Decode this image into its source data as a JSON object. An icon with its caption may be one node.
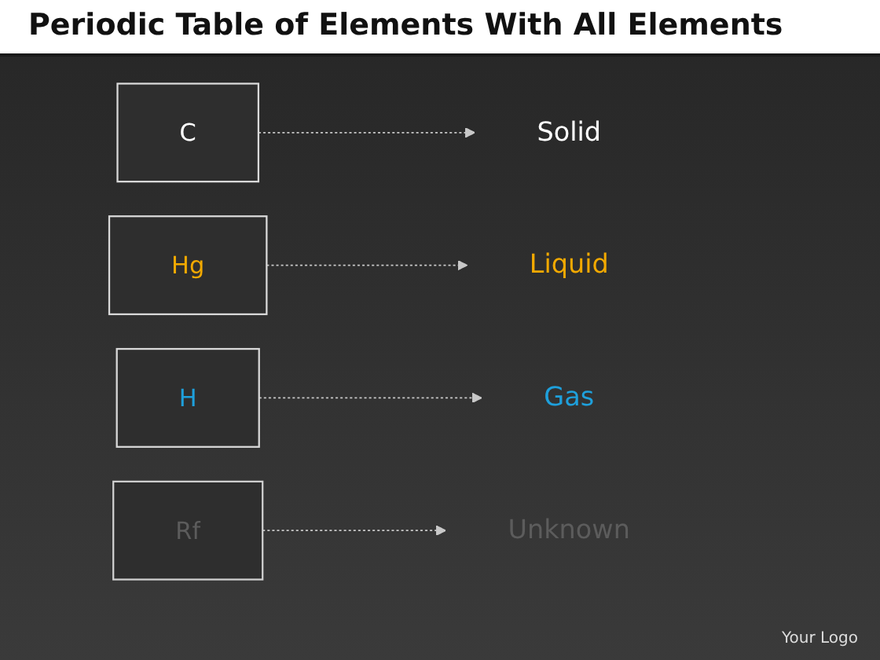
{
  "diagram": {
    "title": "Periodic Table of Elements With All Elements",
    "nodes": [
      {
        "text": [
          "C"
        ]
      },
      {
        "text": [
          "Solid"
        ]
      },
      {
        "text": [
          "Hg"
        ]
      },
      {
        "text": [
          "Liquid"
        ]
      },
      {
        "text": [
          "H"
        ]
      },
      {
        "text": [
          "Gas"
        ]
      },
      {
        "text": [
          "Rf"
        ]
      },
      {
        "text": [
          "Unknown"
        ]
      }
    ],
    "edges": [
      {
        "from": 0,
        "to": 1,
        "arrow": "to",
        "style": "dashed"
      },
      {
        "from": 2,
        "to": 3,
        "arrow": "to",
        "style": "dashed"
      },
      {
        "from": 4,
        "to": 5,
        "arrow": "to",
        "style": "dashed"
      },
      {
        "from": 6,
        "to": 7,
        "arrow": "to",
        "style": "dashed"
      }
    ],
    "labels": [
      "Your Logo"
    ]
  }
}
